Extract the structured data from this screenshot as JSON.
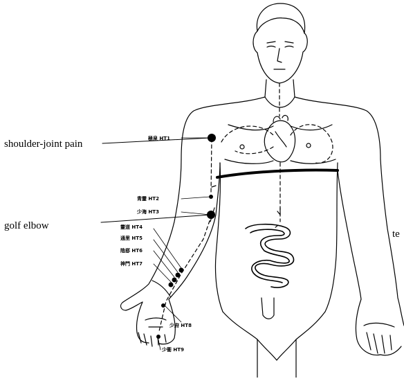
{
  "labels": {
    "shoulder": "shoulder-joint pain",
    "golf": "golf elbow",
    "cut": "te"
  },
  "points": [
    {
      "id": "HT1",
      "text": "極泉 HT1"
    },
    {
      "id": "HT2",
      "text": "青靈 HT2"
    },
    {
      "id": "HT3",
      "text": "少海 HT3"
    },
    {
      "id": "HT4",
      "text": "靈道 HT4"
    },
    {
      "id": "HT5",
      "text": "通里 HT5"
    },
    {
      "id": "HT6",
      "text": "陰郄 HT6"
    },
    {
      "id": "HT7",
      "text": "神門 HT7"
    },
    {
      "id": "HT8",
      "text": "少府 HT8"
    },
    {
      "id": "HT9",
      "text": "少衝 HT9"
    }
  ],
  "colors": {
    "ink": "#000000",
    "paper": "#ffffff"
  }
}
